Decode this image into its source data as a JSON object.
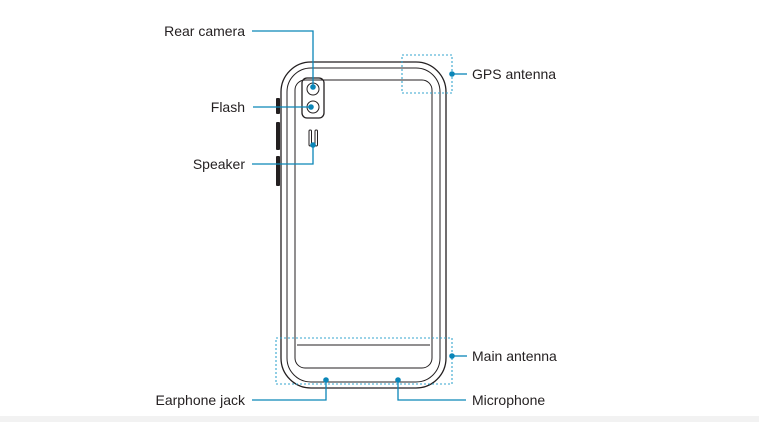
{
  "labels": {
    "rear_camera": "Rear camera",
    "flash": "Flash",
    "speaker": "Speaker",
    "gps_antenna": "GPS antenna",
    "main_antenna": "Main antenna",
    "earphone_jack": "Earphone jack",
    "microphone": "Microphone"
  },
  "colors": {
    "line": "#231f20",
    "leader": "#0b86b8",
    "zone": "#35a6cf"
  }
}
